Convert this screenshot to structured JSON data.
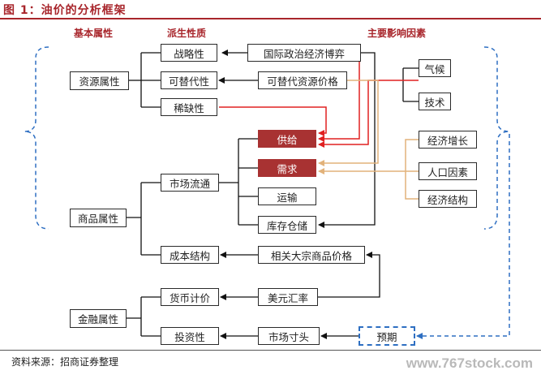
{
  "title": "图 1：油价的分析框架",
  "headers": {
    "basic": "基本属性",
    "derived": "派生性质",
    "factors": "主要影响因素"
  },
  "nodes": {
    "resource": "资源属性",
    "commodity": "商品属性",
    "finance": "金融属性",
    "strategic": "战略性",
    "substitute": "可替代性",
    "scarcity": "稀缺性",
    "market_flow": "市场流通",
    "cost_structure": "成本结构",
    "currency_pricing": "货币计价",
    "investment": "投资性",
    "supply": "供给",
    "demand": "需求",
    "transport": "运输",
    "inventory": "库存仓储",
    "geopolitics": "国际政治经济博弈",
    "alt_price": "可替代资源价格",
    "commodity_price": "相关大宗商品价格",
    "usd_rate": "美元汇率",
    "market_position": "市场寸头",
    "expectation": "预期",
    "climate": "气候",
    "technology": "技术",
    "econ_growth": "经济增长",
    "population": "人口因素",
    "econ_structure": "经济结构"
  },
  "source": "资料来源：招商证券整理",
  "watermark": "www.767stock.com",
  "colors": {
    "accent": "#a8252b",
    "red_box": "#a83232",
    "red_arrow": "#e02020",
    "tan_arrow": "#e2b27a",
    "dashed_blue": "#2e6fc2"
  }
}
